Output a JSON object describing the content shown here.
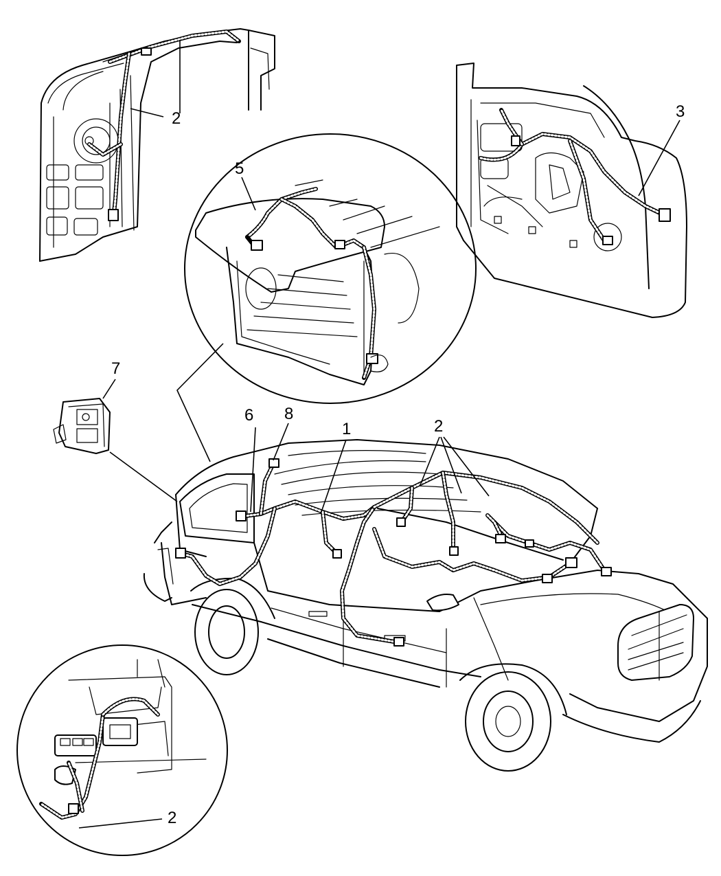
{
  "callouts": {
    "harness_1": "1",
    "harness_2_top_left": "2",
    "harness_2_main": "2",
    "harness_2_bottom": "2",
    "door_harness_3": "3",
    "liftgate_harness_5": "5",
    "item_6": "6",
    "module_7": "7",
    "item_8": "8"
  }
}
